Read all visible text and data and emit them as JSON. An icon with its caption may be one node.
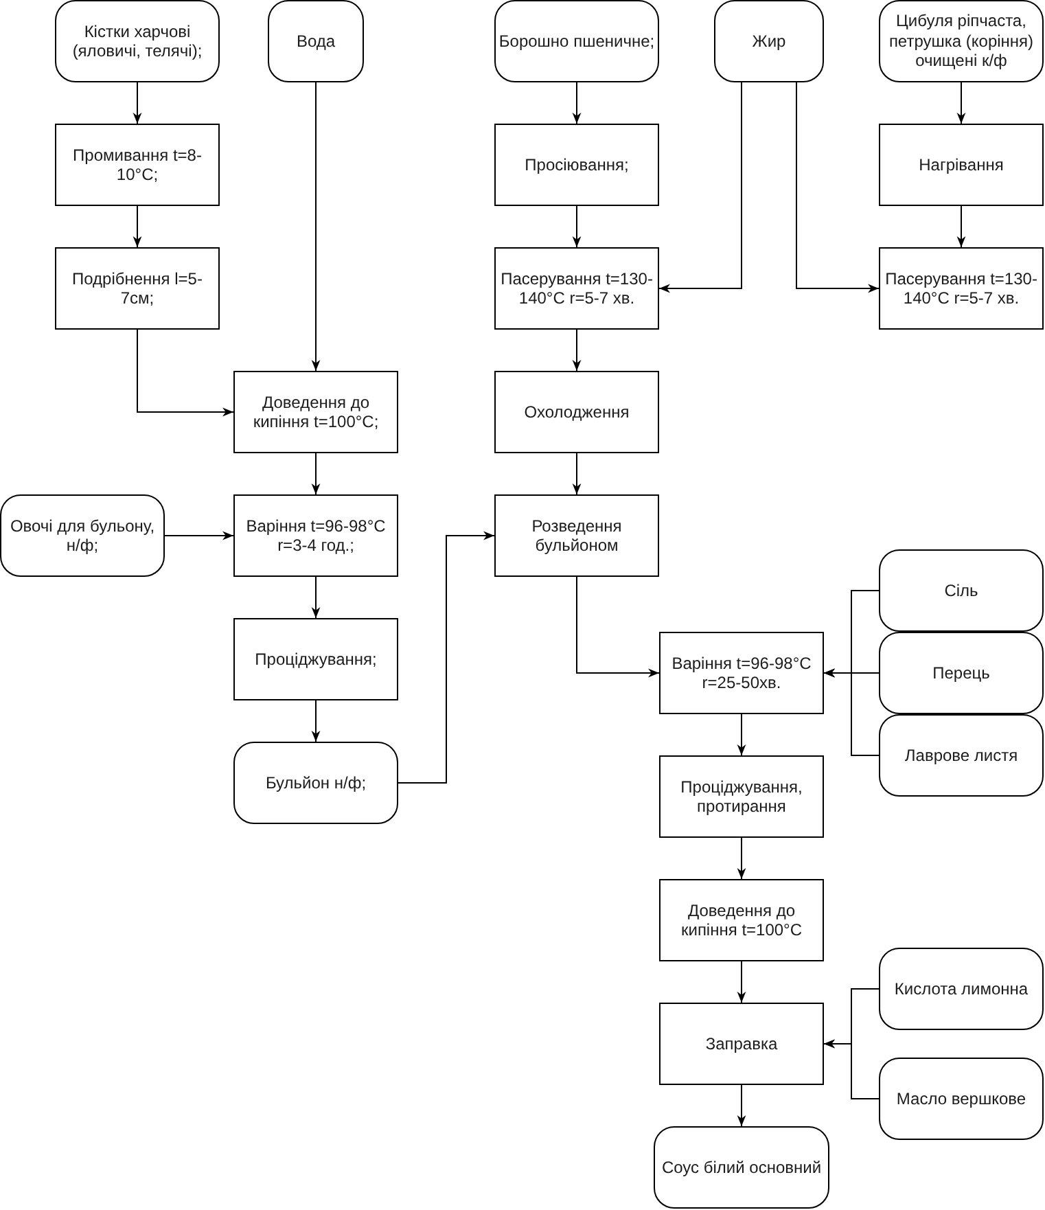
{
  "diagram": {
    "nodes": [
      {
        "text": [
          "Кістки харчові (яловичі, телячі);"
        ]
      },
      {
        "text": [
          "Вода"
        ]
      },
      {
        "text": [
          "Борошно пшеничне;"
        ]
      },
      {
        "text": [
          "Жир"
        ]
      },
      {
        "text": [
          "Цибуля ріпчаста, петрушка (коріння) очищені к/ф"
        ]
      },
      {
        "text": [
          "Промивання t=8-10°C;"
        ]
      },
      {
        "text": [
          "Просіювання;"
        ]
      },
      {
        "text": [
          "Нагрівання"
        ]
      },
      {
        "text": [
          "Подрібнення l=5-7см;"
        ]
      },
      {
        "text": [
          "Пасерування t=130-140°C r=5-7 хв."
        ]
      },
      {
        "text": [
          "Пасерування t=130-140°C r=5-7 хв."
        ]
      },
      {
        "text": [
          "Доведення до кипіння t=100°C;"
        ]
      },
      {
        "text": [
          "Охолодження"
        ]
      },
      {
        "text": [
          "Овочі для бульону, н/ф;"
        ]
      },
      {
        "text": [
          "Варіння t=96-98°C r=3-4 год.;"
        ]
      },
      {
        "text": [
          "Розведення бульйоном"
        ]
      },
      {
        "text": [
          "Сіль"
        ]
      },
      {
        "text": [
          "Проціджування;"
        ]
      },
      {
        "text": [
          "Варіння t=96-98°C r=25-50хв."
        ]
      },
      {
        "text": [
          "Перець"
        ]
      },
      {
        "text": [
          "Лаврове листя"
        ]
      },
      {
        "text": [
          "Бульйон н/ф;"
        ]
      },
      {
        "text": [
          "Проціджування, протирання"
        ]
      },
      {
        "text": [
          "Доведення до кипіння t=100°C"
        ]
      },
      {
        "text": [
          "Кислота лимонна"
        ]
      },
      {
        "text": [
          "Заправка"
        ]
      },
      {
        "text": [
          "Масло вершкове"
        ]
      },
      {
        "text": [
          "Соус білий основний"
        ]
      }
    ],
    "edges": [
      {
        "from": 0,
        "to": 5,
        "arrow": "to"
      },
      {
        "from": 5,
        "to": 8,
        "arrow": "to"
      },
      {
        "from": 8,
        "to": 11,
        "arrow": "to"
      },
      {
        "from": 1,
        "to": 11,
        "arrow": "to"
      },
      {
        "from": 11,
        "to": 14,
        "arrow": "to"
      },
      {
        "from": 13,
        "to": 14,
        "arrow": "to"
      },
      {
        "from": 14,
        "to": 17,
        "arrow": "to"
      },
      {
        "from": 17,
        "to": 21,
        "arrow": "to"
      },
      {
        "from": 21,
        "to": 15,
        "arrow": "to"
      },
      {
        "from": 2,
        "to": 6,
        "arrow": "to"
      },
      {
        "from": 6,
        "to": 9,
        "arrow": "to"
      },
      {
        "from": 3,
        "to": 9,
        "arrow": "to"
      },
      {
        "from": 3,
        "to": 10,
        "arrow": "to"
      },
      {
        "from": 4,
        "to": 7,
        "arrow": "to"
      },
      {
        "from": 7,
        "to": 10,
        "arrow": "to"
      },
      {
        "from": 9,
        "to": 12,
        "arrow": "to"
      },
      {
        "from": 12,
        "to": 15,
        "arrow": "to"
      },
      {
        "from": 15,
        "to": 18,
        "arrow": "to"
      },
      {
        "from": 16,
        "to": 18,
        "arrow": "to"
      },
      {
        "from": 19,
        "to": 18,
        "arrow": "to"
      },
      {
        "from": 20,
        "to": 18,
        "arrow": "to"
      },
      {
        "from": 18,
        "to": 22,
        "arrow": "to"
      },
      {
        "from": 22,
        "to": 23,
        "arrow": "to"
      },
      {
        "from": 23,
        "to": 25,
        "arrow": "to"
      },
      {
        "from": 24,
        "to": 25,
        "arrow": "to"
      },
      {
        "from": 26,
        "to": 25,
        "arrow": "to"
      },
      {
        "from": 25,
        "to": 27,
        "arrow": "to"
      }
    ]
  }
}
